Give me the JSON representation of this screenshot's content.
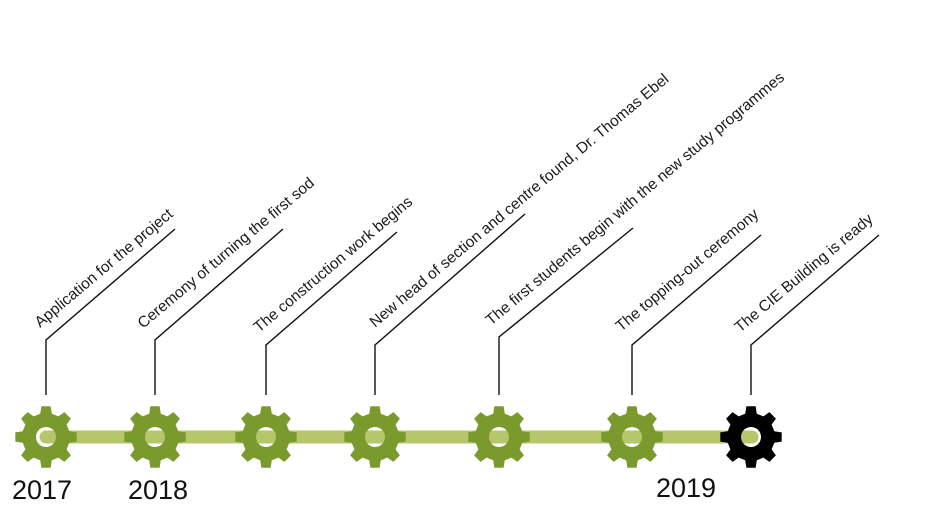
{
  "colors": {
    "gear_green": "#7a9a2e",
    "gear_final": "#000000",
    "track": "#b5c76a",
    "line": "#111111"
  },
  "milestones": [
    {
      "label": "Application for the project",
      "icon": "gear-icon"
    },
    {
      "label": "Ceremony of  turning  the first sod",
      "icon": "gear-icon"
    },
    {
      "label": "The construction work begins",
      "icon": "gear-icon"
    },
    {
      "label": "New head of section and centre found, Dr. Thomas Ebel",
      "icon": "gear-icon"
    },
    {
      "label": "The first students begin with the new study programmes",
      "icon": "gear-icon"
    },
    {
      "label": "The topping-out ceremony",
      "icon": "gear-icon"
    },
    {
      "label": "The CIE Building is ready",
      "icon": "gear-icon"
    }
  ],
  "years": [
    "2017",
    "2018",
    "2019"
  ]
}
